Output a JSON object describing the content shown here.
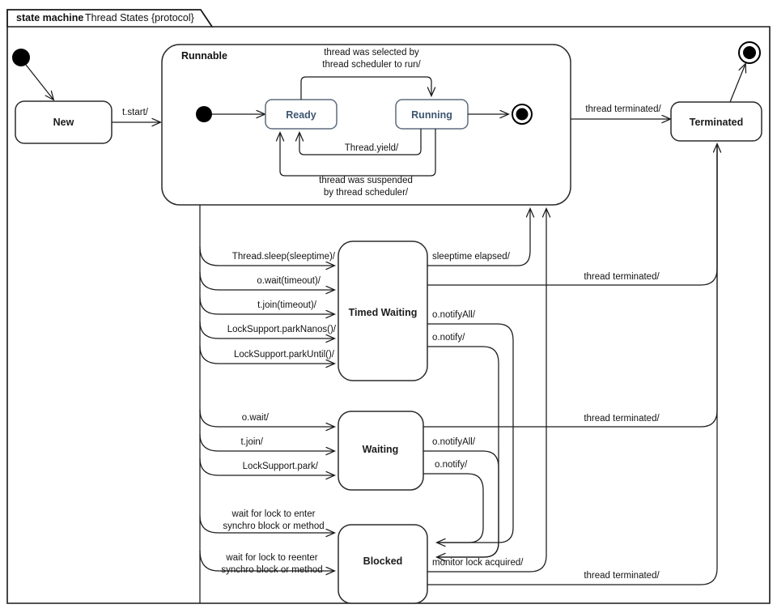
{
  "frame": {
    "kind_label": "state machine",
    "name_label": "Thread States {protocol}"
  },
  "states": {
    "new": "New",
    "runnable": "Runnable",
    "ready": "Ready",
    "running": "Running",
    "terminated": "Terminated",
    "timed_waiting": "Timed Waiting",
    "waiting": "Waiting",
    "blocked": "Blocked"
  },
  "transitions": {
    "start": "t.start/",
    "selected_to_run_l1": "thread was selected by",
    "selected_to_run_l2": "thread scheduler to run/",
    "yield": "Thread.yield/",
    "suspended_l1": "thread was suspended",
    "suspended_l2": "by thread scheduler/",
    "terminated_top": "thread terminated/",
    "terminated_mid": "thread terminated/",
    "terminated_low": "thread terminated/",
    "terminated_bottom": "thread terminated/",
    "sleep": "Thread.sleep(sleeptime)/",
    "wait_timeout": "o.wait(timeout)/",
    "join_timeout": "t.join(timeout)/",
    "park_nanos": "LockSupport.parkNanos()/",
    "park_until": "LockSupport.parkUntil()/",
    "sleeptime_elapsed": "sleeptime elapsed/",
    "tw_notify_all": "o.notifyAll/",
    "tw_notify": "o.notify/",
    "wait": "o.wait/",
    "join": "t.join/",
    "park": "LockSupport.park/",
    "w_notify_all": "o.notifyAll/",
    "w_notify": "o.notify/",
    "enter_lock_l1": "wait for lock to enter",
    "enter_lock_l2": "synchro block or method",
    "reenter_lock_l1": "wait for lock to reenter",
    "reenter_lock_l2": "synchro block or method",
    "monitor_acquired": "monitor lock acquired/"
  },
  "colors": {
    "state_label_blue": "#3d5570",
    "state_border_blue": "#5b6b7d",
    "line": "#1a1a1a",
    "background": "#ffffff"
  }
}
